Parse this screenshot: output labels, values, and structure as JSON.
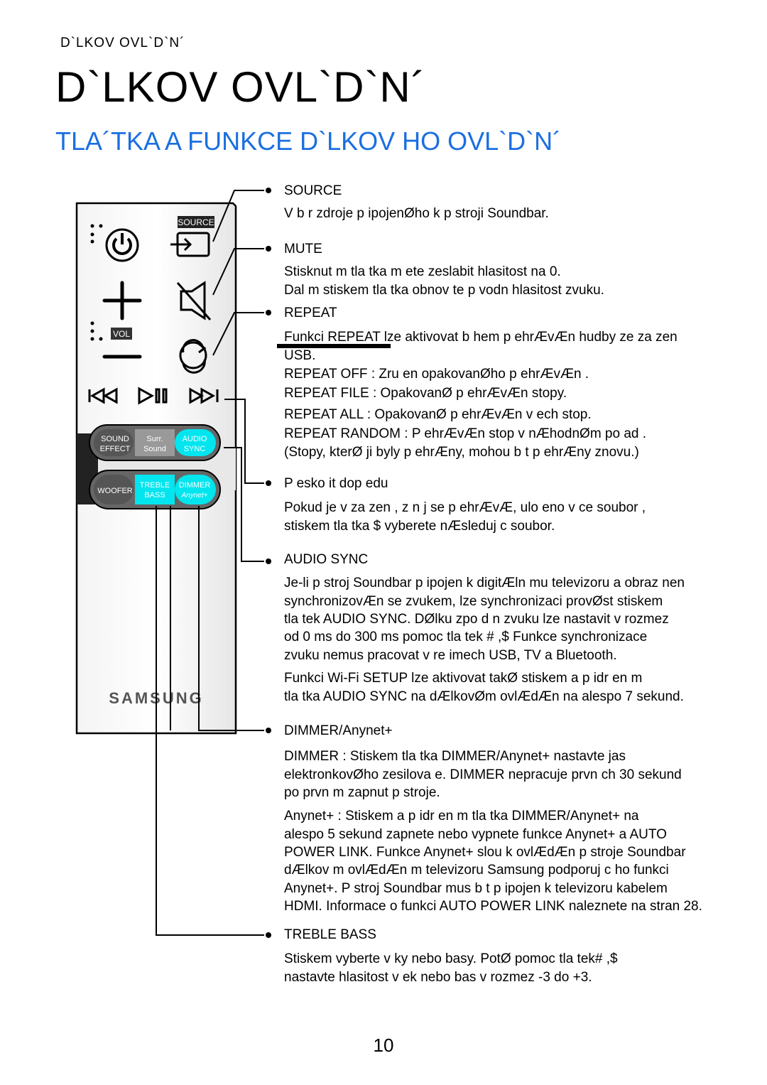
{
  "header": {
    "label": "D`LKOV OVL`D`N´"
  },
  "page_title": "D`LKOV OVL`D`N´",
  "section_title": "TLA´TKA A FUNKCE D`LKOV HO OVL`D`N´",
  "remote": {
    "source_label": "SOURCE",
    "vol_label": "VOL",
    "sound_effect_line1": "SOUND",
    "sound_effect_line2": "EFFECT",
    "surr_line1": "Surr.",
    "surr_line2": "Sound",
    "audio_sync_line1": "AUDIO",
    "audio_sync_line2": "SYNC",
    "woofer_label": "WOOFER",
    "treble_line1": "TREBLE",
    "treble_line2": "BASS",
    "dimmer_line1": "DIMMER",
    "dimmer_line2": "Anynet+",
    "brand": "SAMSUNG",
    "accent_color": "#00e5ee"
  },
  "functions": [
    {
      "heading": "SOURCE",
      "lines": [
        "V b r zdroje p ipojenØho k p  stroji Soundbar."
      ]
    },
    {
      "heading": "MUTE",
      "lines": [
        "Stisknut m tla  tka m  ete zeslabit hlasitost na 0.",
        "Dal  m stiskem tla  tka obnov te p vodn  hlasitost zvuku."
      ]
    },
    {
      "heading": "REPEAT",
      "lines": [
        "Funkci REPEAT lze aktivovat b hem p ehrÆvÆn  hudby ze za  zen",
        "USB.",
        "REPEAT OFF : Zru en  opakovanØho p ehrÆvÆn .",
        "REPEAT FILE : OpakovanØ p ehrÆvÆn  stopy.",
        "REPEAT ALL : OpakovanØ p ehrÆvÆn  v ech stop.",
        "REPEAT RANDOM : P ehrÆvÆn  stop v nÆhodnØm po ad .",
        "(Stopy, kterØ ji  byly p ehrÆny, mohou b t p ehrÆny znovu.)"
      ]
    },
    {
      "heading": "P esko it dop edu",
      "lines": [
        "Pokud je v za  zen , z n j  se p ehrÆvÆ, ulo eno v ce soubor ,",
        "stiskem tla  tka $     vyberete nÆsleduj c  soubor."
      ]
    },
    {
      "heading": "AUDIO SYNC",
      "lines": [
        "Je-li p  stroj Soundbar p ipojen k digitÆln mu televizoru a obraz nen",
        "synchronizovÆn se zvukem, lze synchronizaci provØst stiskem",
        "tla  tek AUDIO SYNC. DØlku zpo d n  zvuku lze nastavit v rozmez",
        "od 0 ms do 300 ms pomoc  tla  tek #    ,$     Funkce synchronizace",
        "zvuku nemus  pracovat v re imech USB, TV a Bluetooth.",
        "Funkci Wi-Fi SETUP lze aktivovat takØ stiskem a p idr en m",
        "tla  tka AUDIO SYNC na dÆlkovØm ovlÆdÆn  na alespo  7 sekund."
      ]
    },
    {
      "heading": "DIMMER/Anynet+",
      "lines": [
        "DIMMER : Stiskem tla  tka DIMMER/Anynet+ nastavte jas",
        "elektronkovØho zesilova e. DIMMER nepracuje prvn ch 30 sekund",
        "po prvn m zapnut  p  stroje.",
        "Anynet+ : Stiskem a p idr en m tla  tka DIMMER/Anynet+ na",
        "alespo  5 sekund zapnete nebo vypnete funkce Anynet+ a AUTO",
        "POWER LINK. Funkce Anynet+ slou   k ovlÆdÆn  p  stroje Soundbar",
        "dÆlkov m ovlÆdÆn m televizoru Samsung podporuj c ho funkci",
        "Anynet+. P  stroj Soundbar mus  b t p ipojen k televizoru kabelem",
        "HDMI. Informace o funkci AUTO POWER LINK naleznete na stran  28."
      ]
    },
    {
      "heading": "TREBLE BASS",
      "lines": [
        "Stiskem vyberte v  ky nebo basy. PotØ pomoc  tla  tek#    ,$",
        "nastavte hlasitost v  ek nebo bas  v rozmez  -3 do +3."
      ]
    }
  ],
  "page_number": "10"
}
